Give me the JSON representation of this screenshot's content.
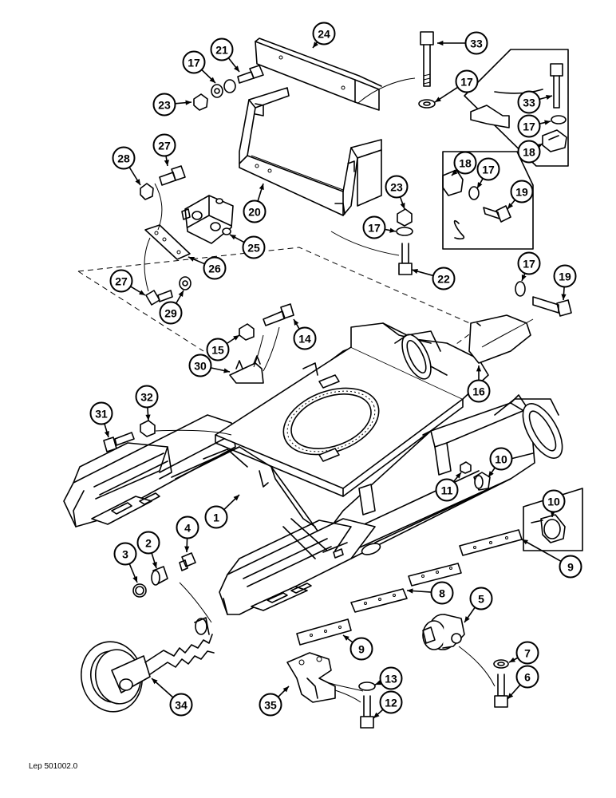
{
  "reference": "Lep 501002.0",
  "callouts": [
    {
      "id": "c24",
      "label": "24"
    },
    {
      "id": "c33a",
      "label": "33"
    },
    {
      "id": "c17a",
      "label": "17"
    },
    {
      "id": "c21",
      "label": "21"
    },
    {
      "id": "c17b",
      "label": "17"
    },
    {
      "id": "c23a",
      "label": "23"
    },
    {
      "id": "c33b",
      "label": "33"
    },
    {
      "id": "c17c",
      "label": "17"
    },
    {
      "id": "c18a",
      "label": "18"
    },
    {
      "id": "c27a",
      "label": "27"
    },
    {
      "id": "c28",
      "label": "28"
    },
    {
      "id": "c18b",
      "label": "18"
    },
    {
      "id": "c17d",
      "label": "17"
    },
    {
      "id": "c19a",
      "label": "19"
    },
    {
      "id": "c23b",
      "label": "23"
    },
    {
      "id": "c20",
      "label": "20"
    },
    {
      "id": "c17e",
      "label": "17"
    },
    {
      "id": "c25",
      "label": "25"
    },
    {
      "id": "c26",
      "label": "26"
    },
    {
      "id": "c22",
      "label": "22"
    },
    {
      "id": "c17f",
      "label": "17"
    },
    {
      "id": "c19b",
      "label": "19"
    },
    {
      "id": "c27b",
      "label": "27"
    },
    {
      "id": "c29",
      "label": "29"
    },
    {
      "id": "c15",
      "label": "15"
    },
    {
      "id": "c14",
      "label": "14"
    },
    {
      "id": "c30",
      "label": "30"
    },
    {
      "id": "c16",
      "label": "16"
    },
    {
      "id": "c31",
      "label": "31"
    },
    {
      "id": "c32",
      "label": "32"
    },
    {
      "id": "c10a",
      "label": "10"
    },
    {
      "id": "c11",
      "label": "11"
    },
    {
      "id": "c10b",
      "label": "10"
    },
    {
      "id": "c1",
      "label": "1"
    },
    {
      "id": "c2",
      "label": "2"
    },
    {
      "id": "c4",
      "label": "4"
    },
    {
      "id": "c3",
      "label": "3"
    },
    {
      "id": "c9a",
      "label": "9"
    },
    {
      "id": "c8",
      "label": "8"
    },
    {
      "id": "c5",
      "label": "5"
    },
    {
      "id": "c9b",
      "label": "9"
    },
    {
      "id": "c7",
      "label": "7"
    },
    {
      "id": "c13",
      "label": "13"
    },
    {
      "id": "c6",
      "label": "6"
    },
    {
      "id": "c34",
      "label": "34"
    },
    {
      "id": "c12",
      "label": "12"
    },
    {
      "id": "c35",
      "label": "35"
    }
  ]
}
